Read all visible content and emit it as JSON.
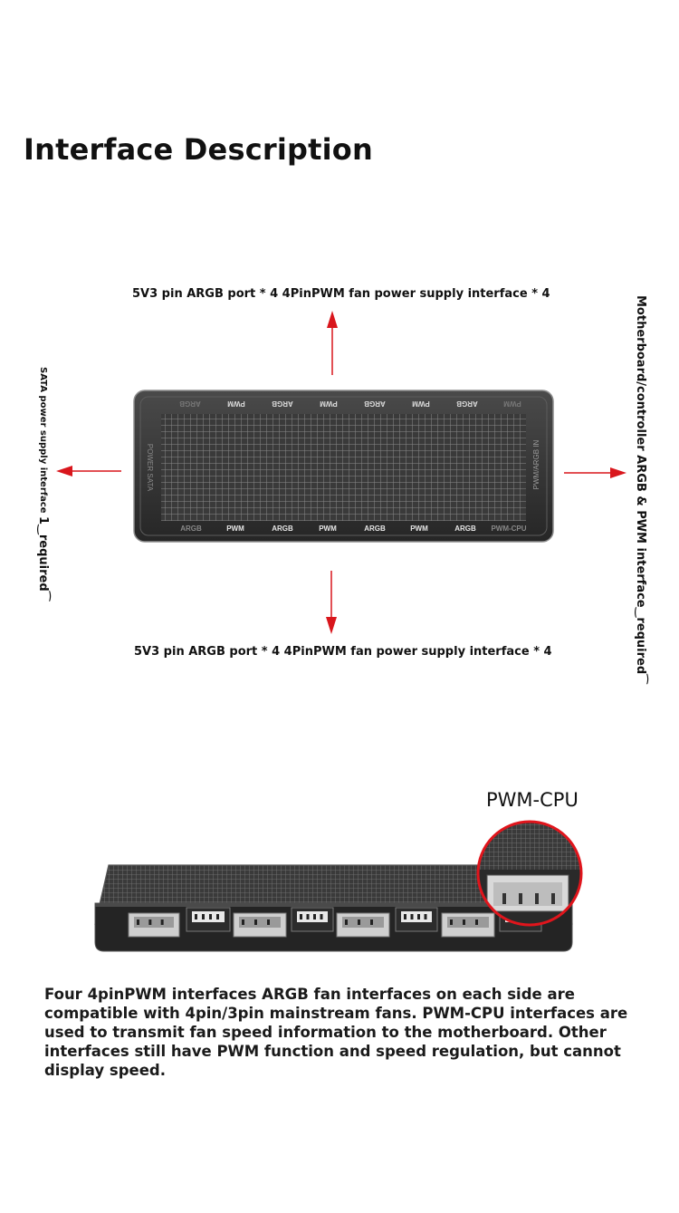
{
  "title": "Interface Description",
  "hub": {
    "top_labels": [
      "ARGB",
      "PWM",
      "ARGB",
      "PWM",
      "ARGB",
      "PWM",
      "ARGB",
      "PWM"
    ],
    "bottom_labels": [
      "ARGB",
      "PWM",
      "ARGB",
      "PWM",
      "ARGB",
      "PWM",
      "ARGB",
      "PWM-CPU"
    ],
    "left_label": "POWER SATA",
    "right_label": "PWM/ARGB IN"
  },
  "callouts": {
    "top": "5V3 pin ARGB port * 4 4PinPWM fan power supply interface * 4",
    "bottom": "5V3 pin ARGB port * 4 4PinPWM fan power supply interface * 4",
    "left_small": "SATA power supply interface",
    "left_big": "1‿required⁀",
    "right": "Motherboard/controller ARGB & PWM interface‿required⁀"
  },
  "zoom_label": "PWM-CPU",
  "description": "Four 4pinPWM interfaces ARGB fan interfaces on each side are compatible with 4pin/3pin mainstream fans. PWM-CPU interfaces are used to transmit fan speed information to the motherboard. Other interfaces still have PWM function and speed regulation, but cannot display speed.",
  "colors": {
    "arrow": "#d9161c",
    "hub_body": "#333333",
    "zoom_ring": "#e0151c"
  }
}
